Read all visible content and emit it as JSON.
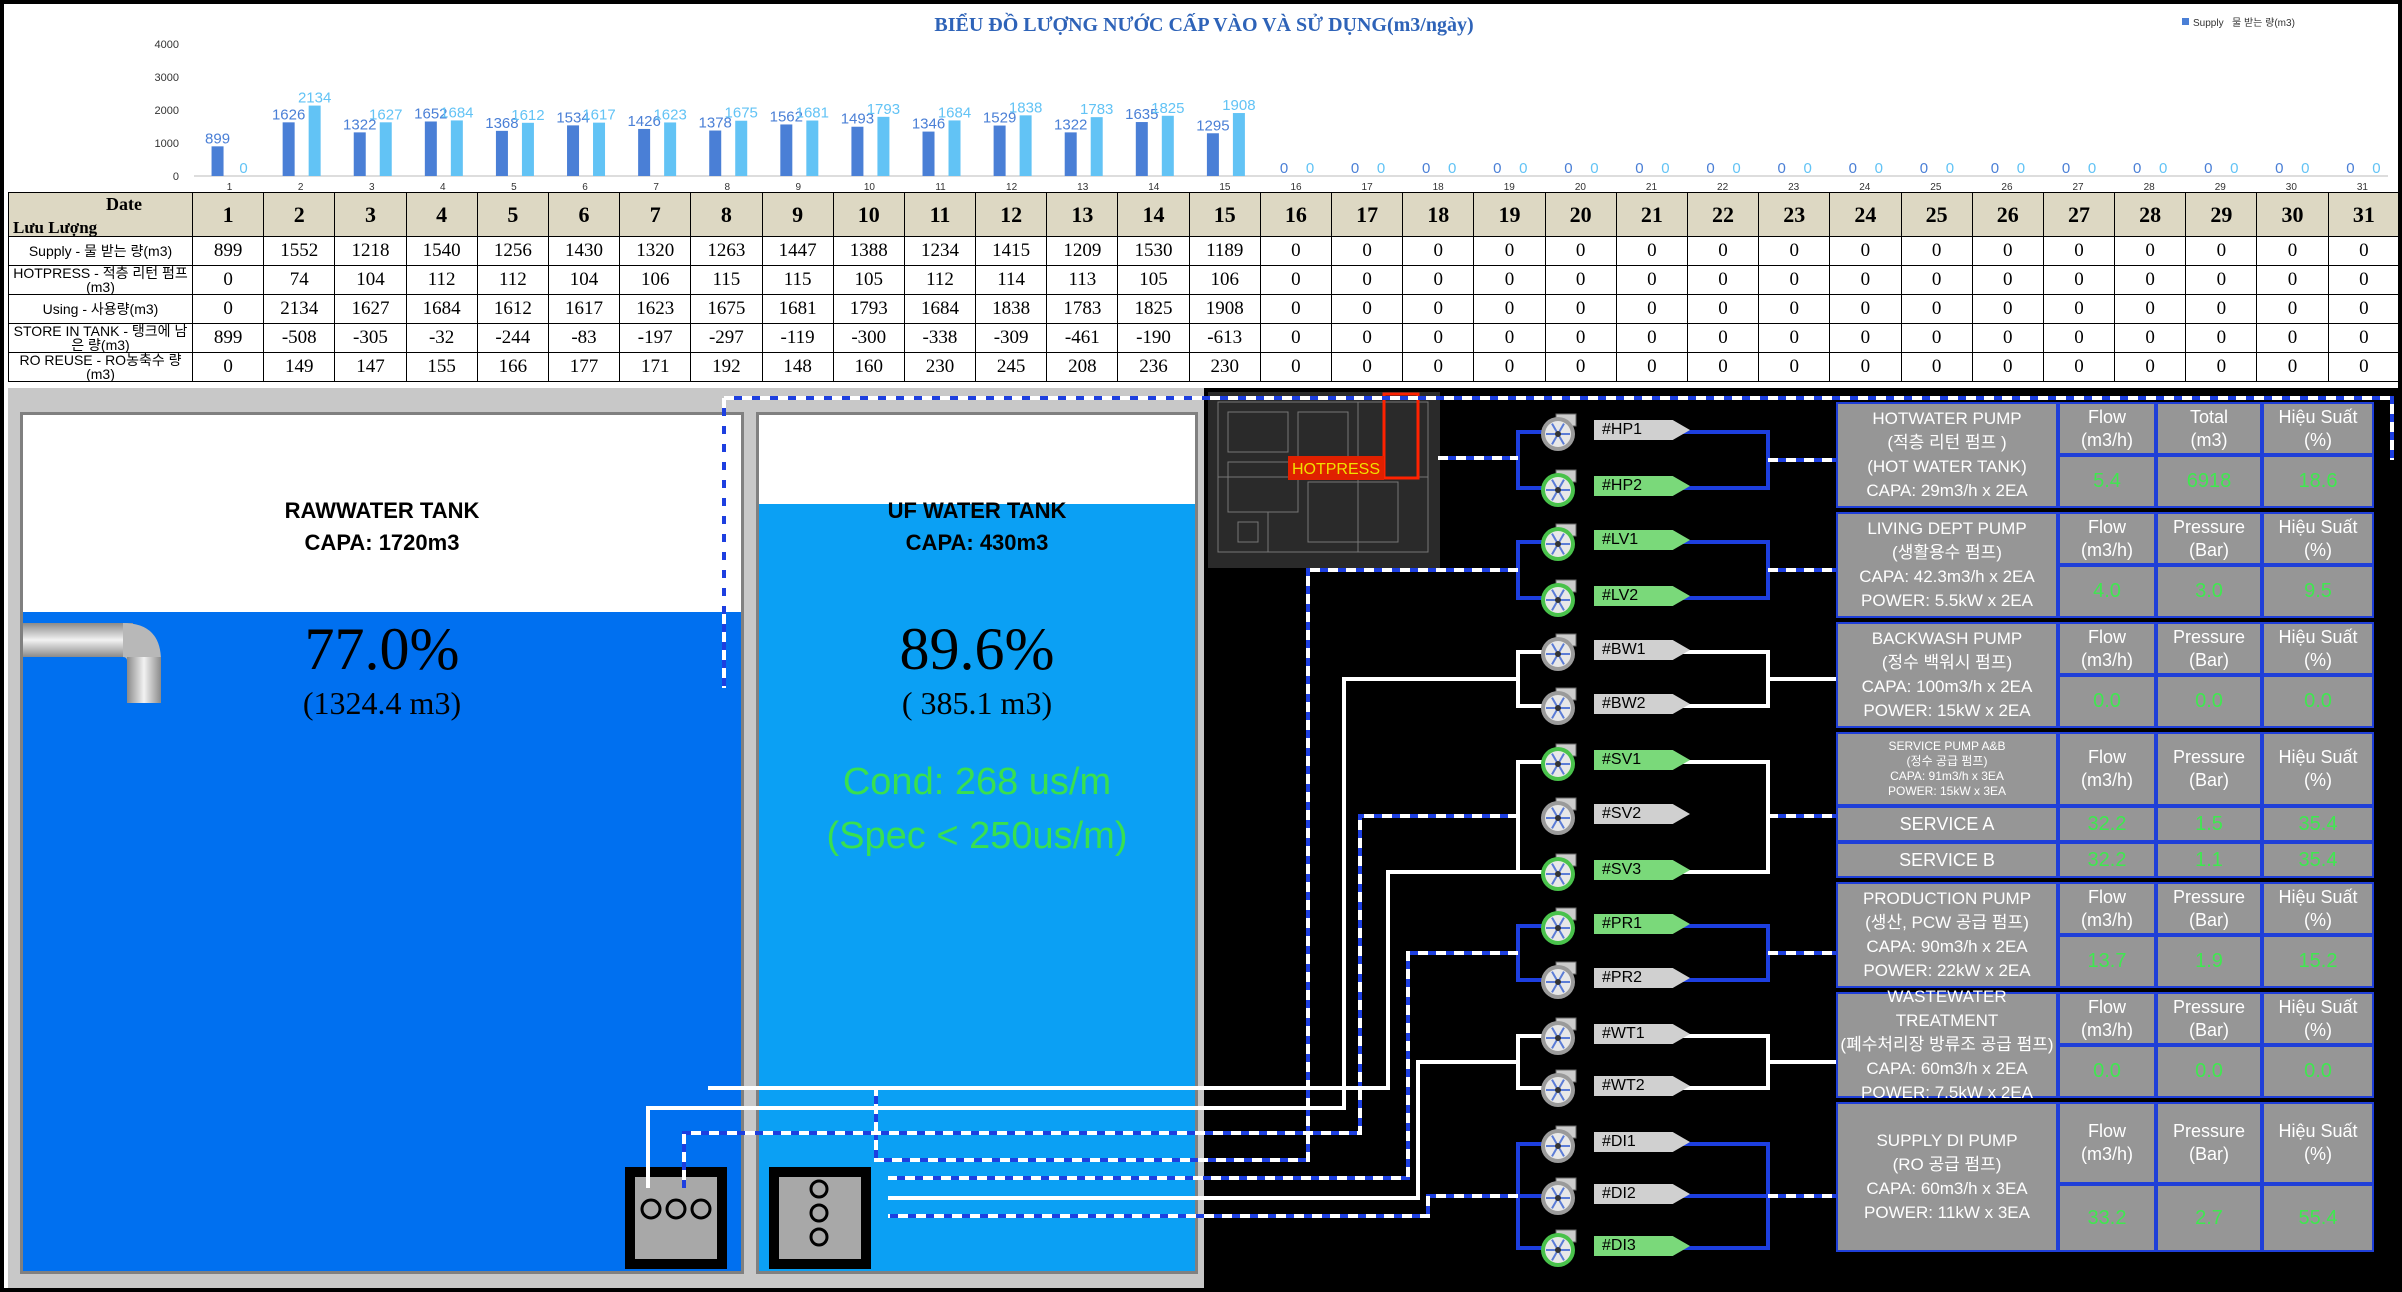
{
  "chart_data": {
    "type": "bar",
    "title": "BIỂU ĐỒ LƯỢNG NƯỚC CẤP VÀO VÀ SỬ DỤNG(m3/ngày)",
    "legend": [
      "Supply",
      "물 받는 량(m3)"
    ],
    "legend_position": "top-right",
    "ylim": [
      0,
      4000
    ],
    "yticks": [
      "0",
      "1000",
      "2000",
      "3000",
      "4000"
    ],
    "categories": [
      "1",
      "2",
      "3",
      "4",
      "5",
      "6",
      "7",
      "8",
      "9",
      "10",
      "11",
      "12",
      "13",
      "14",
      "15",
      "16",
      "17",
      "18",
      "19",
      "20",
      "21",
      "22",
      "23",
      "24",
      "25",
      "26",
      "27",
      "28",
      "29",
      "30",
      "31"
    ],
    "series": [
      {
        "name": "Supply",
        "color": "#4a7fd6",
        "values": [
          899,
          1626,
          1322,
          1652,
          1368,
          1534,
          1426,
          1378,
          1562,
          1493,
          1346,
          1529,
          1322,
          1635,
          1295,
          0,
          0,
          0,
          0,
          0,
          0,
          0,
          0,
          0,
          0,
          0,
          0,
          0,
          0,
          0,
          0
        ]
      },
      {
        "name": "물 받는 량(m3)",
        "color": "#62c3f5",
        "values": [
          0,
          2134,
          1627,
          1684,
          1612,
          1617,
          1623,
          1675,
          1681,
          1793,
          1684,
          1838,
          1783,
          1825,
          1908,
          0,
          0,
          0,
          0,
          0,
          0,
          0,
          0,
          0,
          0,
          0,
          0,
          0,
          0,
          0,
          0
        ]
      }
    ]
  },
  "table": {
    "corner_top": "Date",
    "corner_bottom": "Lưu Lượng",
    "dates": [
      "1",
      "2",
      "3",
      "4",
      "5",
      "6",
      "7",
      "8",
      "9",
      "10",
      "11",
      "12",
      "13",
      "14",
      "15",
      "16",
      "17",
      "18",
      "19",
      "20",
      "21",
      "22",
      "23",
      "24",
      "25",
      "26",
      "27",
      "28",
      "29",
      "30",
      "31"
    ],
    "rows": [
      {
        "label": "Supply - 물 받는 량(m3)",
        "values": [
          "899",
          "1552",
          "1218",
          "1540",
          "1256",
          "1430",
          "1320",
          "1263",
          "1447",
          "1388",
          "1234",
          "1415",
          "1209",
          "1530",
          "1189",
          "0",
          "0",
          "0",
          "0",
          "0",
          "0",
          "0",
          "0",
          "0",
          "0",
          "0",
          "0",
          "0",
          "0",
          "0",
          "0"
        ]
      },
      {
        "label": "HOTPRESS - 적층 리턴 펌프(m3)",
        "values": [
          "0",
          "74",
          "104",
          "112",
          "112",
          "104",
          "106",
          "115",
          "115",
          "105",
          "112",
          "114",
          "113",
          "105",
          "106",
          "0",
          "0",
          "0",
          "0",
          "0",
          "0",
          "0",
          "0",
          "0",
          "0",
          "0",
          "0",
          "0",
          "0",
          "0",
          "0"
        ]
      },
      {
        "label": "Using - 사용량(m3)",
        "values": [
          "0",
          "2134",
          "1627",
          "1684",
          "1612",
          "1617",
          "1623",
          "1675",
          "1681",
          "1793",
          "1684",
          "1838",
          "1783",
          "1825",
          "1908",
          "0",
          "0",
          "0",
          "0",
          "0",
          "0",
          "0",
          "0",
          "0",
          "0",
          "0",
          "0",
          "0",
          "0",
          "0",
          "0"
        ]
      },
      {
        "label": "STORE IN TANK - 탱크에 남은 량(m3)",
        "values": [
          "899",
          "-508",
          "-305",
          "-32",
          "-244",
          "-83",
          "-197",
          "-297",
          "-119",
          "-300",
          "-338",
          "-309",
          "-461",
          "-190",
          "-613",
          "0",
          "0",
          "0",
          "0",
          "0",
          "0",
          "0",
          "0",
          "0",
          "0",
          "0",
          "0",
          "0",
          "0",
          "0",
          "0"
        ]
      },
      {
        "label": "RO REUSE - RO농축수 량(m3)",
        "values": [
          "0",
          "149",
          "147",
          "155",
          "166",
          "177",
          "171",
          "192",
          "148",
          "160",
          "230",
          "245",
          "208",
          "236",
          "230",
          "0",
          "0",
          "0",
          "0",
          "0",
          "0",
          "0",
          "0",
          "0",
          "0",
          "0",
          "0",
          "0",
          "0",
          "0",
          "0"
        ]
      }
    ]
  },
  "raw_tank": {
    "title": "RAWWATER TANK",
    "capa": "CAPA: 1720m3",
    "percent": "77.0%",
    "volume": "(1324.4 m3)",
    "level": 0.77,
    "color": "#0070f0"
  },
  "uf_tank": {
    "title": "UF WATER TANK",
    "capa": "CAPA: 430m3",
    "percent": "89.6%",
    "volume": "( 385.1  m3)",
    "cond": "Cond:  268  us/m",
    "spec": "(Spec < 250us/m)",
    "level": 0.896,
    "color": "#0ba0f4"
  },
  "hotpress_label": "HOTPRESS",
  "pumps": [
    {
      "id": "#HP1",
      "on": false
    },
    {
      "id": "#HP2",
      "on": true
    },
    {
      "id": "#LV1",
      "on": true
    },
    {
      "id": "#LV2",
      "on": true
    },
    {
      "id": "#BW1",
      "on": false
    },
    {
      "id": "#BW2",
      "on": false
    },
    {
      "id": "#SV1",
      "on": true
    },
    {
      "id": "#SV2",
      "on": false
    },
    {
      "id": "#SV3",
      "on": true
    },
    {
      "id": "#PR1",
      "on": true
    },
    {
      "id": "#PR2",
      "on": false
    },
    {
      "id": "#WT1",
      "on": false
    },
    {
      "id": "#WT2",
      "on": false
    },
    {
      "id": "#DI1",
      "on": false
    },
    {
      "id": "#DI2",
      "on": false
    },
    {
      "id": "#DI3",
      "on": true
    }
  ],
  "panels": {
    "hotwater": {
      "name1": "HOTWATER PUMP",
      "name2": "(적층 리턴 펌프 )",
      "name3": "(HOT WATER TANK)",
      "name4": "CAPA: 29m3/h x 2EA",
      "h1": "Flow\n(m3/h)",
      "h2": "Total\n(m3)",
      "h3": "Hiệu Suất\n(%)",
      "v1": "5.4",
      "v2": "6918",
      "v3": "18.6"
    },
    "living": {
      "name1": "LIVING DEPT PUMP",
      "name2": "(생활용수 펌프)",
      "name3": "CAPA: 42.3m3/h x 2EA",
      "name4": "POWER: 5.5kW x 2EA",
      "h1": "Flow\n(m3/h)",
      "h2": "Pressure\n(Bar)",
      "h3": "Hiệu Suất\n(%)",
      "v1": "4.0",
      "v2": "3.0",
      "v3": "9.5"
    },
    "backwash": {
      "name1": "BACKWASH PUMP",
      "name2": "(정수 백워시 펌프)",
      "name3": "CAPA: 100m3/h x 2EA",
      "name4": "POWER: 15kW x 2EA",
      "h1": "Flow\n(m3/h)",
      "h2": "Pressure\n(Bar)",
      "h3": "Hiệu Suất\n(%)",
      "v1": "0.0",
      "v2": "0.0",
      "v3": "0.0"
    },
    "service": {
      "name1": "SERVICE PUMP A&B",
      "name2": "(정수 공급 펌프)",
      "name3": "CAPA: 91m3/h x 3EA",
      "name4": "POWER: 15kW x 3EA",
      "h1": "Flow\n(m3/h)",
      "h2": "Pressure\n(Bar)",
      "h3": "Hiệu Suất\n(%)",
      "rowA": {
        "label": "SERVICE A",
        "v1": "32.2",
        "v2": "1.5",
        "v3": "35.4"
      },
      "rowB": {
        "label": "SERVICE B",
        "v1": "32.2",
        "v2": "1.1",
        "v3": "35.4"
      }
    },
    "production": {
      "name1": "PRODUCTION  PUMP",
      "name2": "(생산, PCW 공급 펌프)",
      "name3": "CAPA: 90m3/h x 2EA",
      "name4": "POWER: 22kW x 2EA",
      "h1": "Flow\n(m3/h)",
      "h2": "Pressure\n(Bar)",
      "h3": "Hiệu Suất\n(%)",
      "v1": "13.7",
      "v2": "1.9",
      "v3": "15.2"
    },
    "wastewater": {
      "name1": "WASTEWATER TREATMENT",
      "name2": "(폐수처리장 방류조 공급 펌프)",
      "name3": "CAPA: 60m3/h x 2EA",
      "name4": "POWER: 7.5kW x 2EA",
      "h1": "Flow\n(m3/h)",
      "h2": "Pressure\n(Bar)",
      "h3": "Hiệu Suất\n(%)",
      "v1": "0.0",
      "v2": "0.0",
      "v3": "0.0"
    },
    "supplydi": {
      "name1": "SUPPLY DI PUMP",
      "name2": "(RO 공급 펌프)",
      "name3": "CAPA: 60m3/h x 3EA",
      "name4": "POWER: 11kW x 3EA",
      "h1": "Flow\n(m3/h)",
      "h2": "Pressure\n(Bar)",
      "h3": "Hiệu Suất\n(%)",
      "v1": "33.2",
      "v2": "2.7",
      "v3": "55.4"
    }
  }
}
